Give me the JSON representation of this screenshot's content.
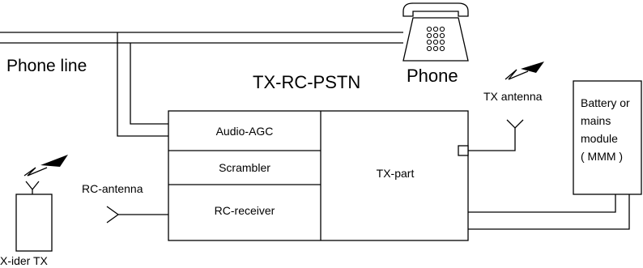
{
  "diagram": {
    "labels": {
      "phone_line": "Phone line",
      "title": "TX-RC-PSTN",
      "phone": "Phone",
      "tx_antenna": "TX antenna",
      "rc_antenna": "RC-antenna",
      "x_ider_tx": "X-ider TX"
    },
    "main_unit": {
      "blocks": [
        "Audio-AGC",
        "Scrambler",
        "RC-receiver"
      ],
      "tx_part": "TX-part"
    },
    "power_module": {
      "lines": [
        "Battery or",
        "mains",
        "module",
        "( MMM )"
      ]
    },
    "icons": {
      "phone": "telephone-icon",
      "tx_antenna": "antenna-icon",
      "rc_antenna": "antenna-icon",
      "x_ider_antenna": "antenna-icon"
    }
  }
}
